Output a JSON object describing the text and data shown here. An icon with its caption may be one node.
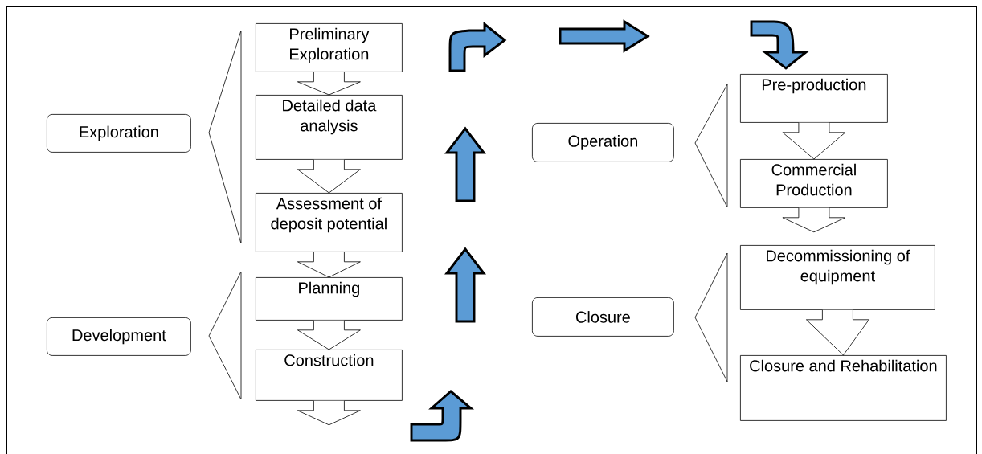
{
  "diagram": {
    "nodes": [
      {
        "text": [
          "Exploration"
        ]
      },
      {
        "text": [
          "Development"
        ]
      },
      {
        "text": [
          "Preliminary Exploration"
        ]
      },
      {
        "text": [
          "Detailed data analysis"
        ]
      },
      {
        "text": [
          "Assessment of deposit potential"
        ]
      },
      {
        "text": [
          "Planning"
        ]
      },
      {
        "text": [
          "Construction"
        ]
      },
      {
        "text": [
          "Operation"
        ]
      },
      {
        "text": [
          "Closure"
        ]
      },
      {
        "text": [
          "Pre-production"
        ]
      },
      {
        "text": [
          "Commercial Production"
        ]
      },
      {
        "text": [
          "Decommissioning of equipment"
        ]
      },
      {
        "text": [
          "Closure and Rehabilitation"
        ]
      },
      {
        "text": [],
        "shape": "triangle"
      },
      {
        "text": [],
        "shape": "triangle"
      },
      {
        "text": [],
        "shape": "triangle"
      },
      {
        "text": [],
        "shape": "triangle"
      }
    ],
    "edges": [
      {
        "from": 2,
        "to": 3,
        "arrow": "to"
      },
      {
        "from": 3,
        "to": 4,
        "arrow": "to"
      },
      {
        "from": 4,
        "to": 5,
        "arrow": "to"
      },
      {
        "from": 5,
        "to": 6,
        "arrow": "to"
      },
      {
        "from": 6,
        "to": null,
        "arrow": "to"
      },
      {
        "from": 9,
        "to": 10,
        "arrow": "to"
      },
      {
        "from": 10,
        "to": null,
        "arrow": "to"
      },
      {
        "from": 11,
        "to": 12,
        "arrow": "to"
      }
    ]
  }
}
